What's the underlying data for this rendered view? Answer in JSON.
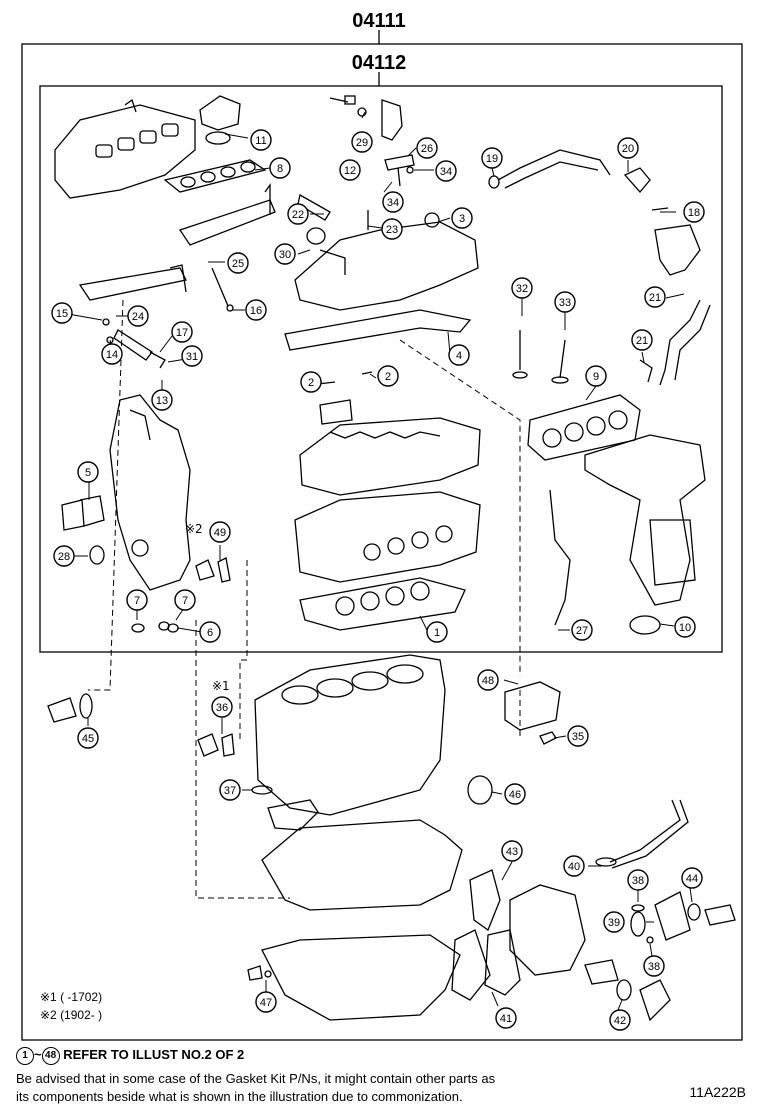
{
  "header": {
    "outer_code": "04111",
    "inner_code": "04112"
  },
  "callouts": [
    {
      "id": "c1",
      "label": "1"
    },
    {
      "id": "c2a",
      "label": "2"
    },
    {
      "id": "c2b",
      "label": "2"
    },
    {
      "id": "c3",
      "label": "3"
    },
    {
      "id": "c4",
      "label": "4"
    },
    {
      "id": "c5",
      "label": "5"
    },
    {
      "id": "c6",
      "label": "6"
    },
    {
      "id": "c7a",
      "label": "7"
    },
    {
      "id": "c7b",
      "label": "7"
    },
    {
      "id": "c8",
      "label": "8"
    },
    {
      "id": "c9",
      "label": "9"
    },
    {
      "id": "c10",
      "label": "10"
    },
    {
      "id": "c11",
      "label": "11"
    },
    {
      "id": "c12",
      "label": "12"
    },
    {
      "id": "c13",
      "label": "13"
    },
    {
      "id": "c14",
      "label": "14"
    },
    {
      "id": "c15",
      "label": "15"
    },
    {
      "id": "c16",
      "label": "16"
    },
    {
      "id": "c17",
      "label": "17"
    },
    {
      "id": "c18",
      "label": "18"
    },
    {
      "id": "c19",
      "label": "19"
    },
    {
      "id": "c20",
      "label": "20"
    },
    {
      "id": "c21a",
      "label": "21"
    },
    {
      "id": "c21b",
      "label": "21"
    },
    {
      "id": "c22",
      "label": "22"
    },
    {
      "id": "c23",
      "label": "23"
    },
    {
      "id": "c24",
      "label": "24"
    },
    {
      "id": "c25",
      "label": "25"
    },
    {
      "id": "c26",
      "label": "26"
    },
    {
      "id": "c27",
      "label": "27"
    },
    {
      "id": "c28",
      "label": "28"
    },
    {
      "id": "c29",
      "label": "29"
    },
    {
      "id": "c30",
      "label": "30"
    },
    {
      "id": "c31",
      "label": "31"
    },
    {
      "id": "c32",
      "label": "32"
    },
    {
      "id": "c33",
      "label": "33"
    },
    {
      "id": "c34a",
      "label": "34"
    },
    {
      "id": "c34b",
      "label": "34"
    },
    {
      "id": "c35",
      "label": "35"
    },
    {
      "id": "c36",
      "label": "36"
    },
    {
      "id": "c37",
      "label": "37"
    },
    {
      "id": "c38a",
      "label": "38"
    },
    {
      "id": "c38b",
      "label": "38"
    },
    {
      "id": "c39",
      "label": "39"
    },
    {
      "id": "c40",
      "label": "40"
    },
    {
      "id": "c41",
      "label": "41"
    },
    {
      "id": "c42",
      "label": "42"
    },
    {
      "id": "c43",
      "label": "43"
    },
    {
      "id": "c44",
      "label": "44"
    },
    {
      "id": "c45",
      "label": "45"
    },
    {
      "id": "c46",
      "label": "46"
    },
    {
      "id": "c47",
      "label": "47"
    },
    {
      "id": "c48",
      "label": "48"
    },
    {
      "id": "c49",
      "label": "49"
    }
  ],
  "markers": {
    "m1": "※1",
    "m2": "※2"
  },
  "notes": {
    "range1": "※1 (      -1702)",
    "range2": "※2 (1902-      )"
  },
  "footer": {
    "ref_from": "1",
    "ref_tilde": "~",
    "ref_to": "48",
    "ref_text": "REFER TO ILLUST NO.2 OF 2",
    "advice_line1": "Be advised that in some case of the Gasket Kit P/Ns,  it might contain other parts as",
    "advice_line2": "its components beside what is shown in the illustration due to commonization.",
    "illustration_code": "11A222B"
  }
}
